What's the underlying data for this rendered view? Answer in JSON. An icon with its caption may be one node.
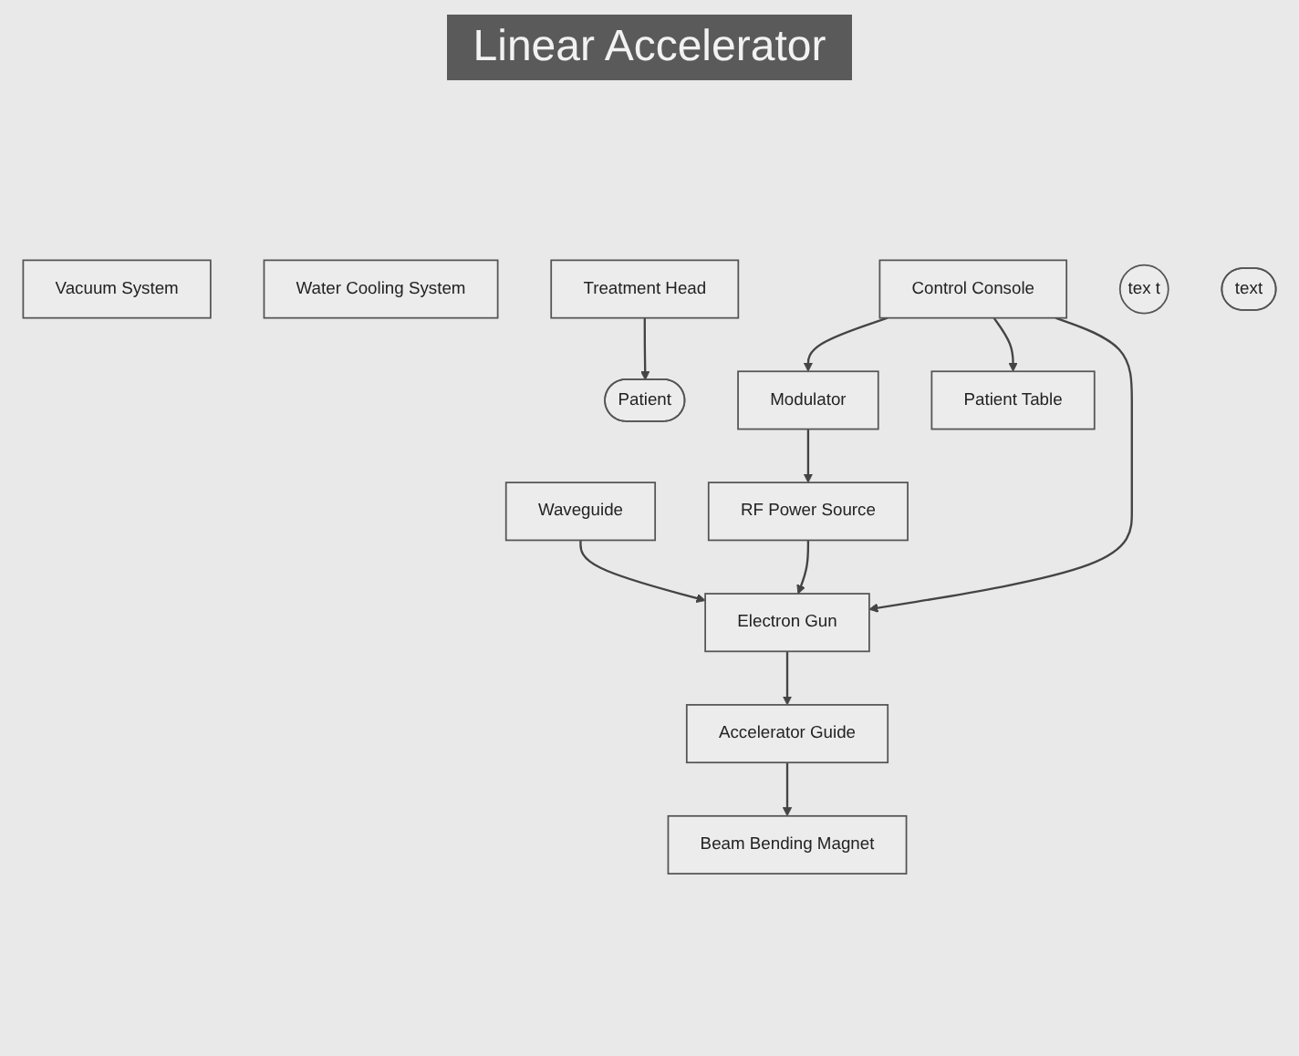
{
  "diagram": {
    "title": "Linear Accelerator",
    "nodes": [
      {
        "text": [
          "Vacuum System"
        ]
      },
      {
        "text": [
          "Water Cooling System"
        ]
      },
      {
        "text": [
          "Electron Gun"
        ]
      },
      {
        "text": [
          "Accelerator Guide"
        ]
      },
      {
        "text": [
          "Beam Bending Magnet"
        ]
      },
      {
        "text": [
          "Treatment Head"
        ]
      },
      {
        "text": [
          "Control Console"
        ]
      },
      {
        "text": [
          "Waveguide"
        ]
      },
      {
        "text": [
          "RF Power Source"
        ]
      },
      {
        "text": [
          "tex t"
        ]
      },
      {
        "text": [
          "Patient"
        ]
      },
      {
        "text": [
          "text"
        ]
      },
      {
        "text": [
          "Modulator"
        ]
      },
      {
        "text": [
          "Patient Table"
        ]
      }
    ],
    "edges": [
      {
        "from": 2,
        "to": 3,
        "arrow": "to"
      },
      {
        "from": 3,
        "to": 4,
        "arrow": "to"
      },
      {
        "from": 7,
        "to": 2,
        "arrow": "to"
      },
      {
        "from": 8,
        "to": 2,
        "arrow": "to"
      },
      {
        "from": 12,
        "to": 8,
        "arrow": "to"
      },
      {
        "from": 5,
        "to": 10,
        "arrow": "to"
      },
      {
        "from": 6,
        "to": 2,
        "arrow": "to"
      },
      {
        "from": 6,
        "to": 12,
        "arrow": "to"
      },
      {
        "from": 6,
        "to": 13,
        "arrow": "to"
      }
    ]
  }
}
